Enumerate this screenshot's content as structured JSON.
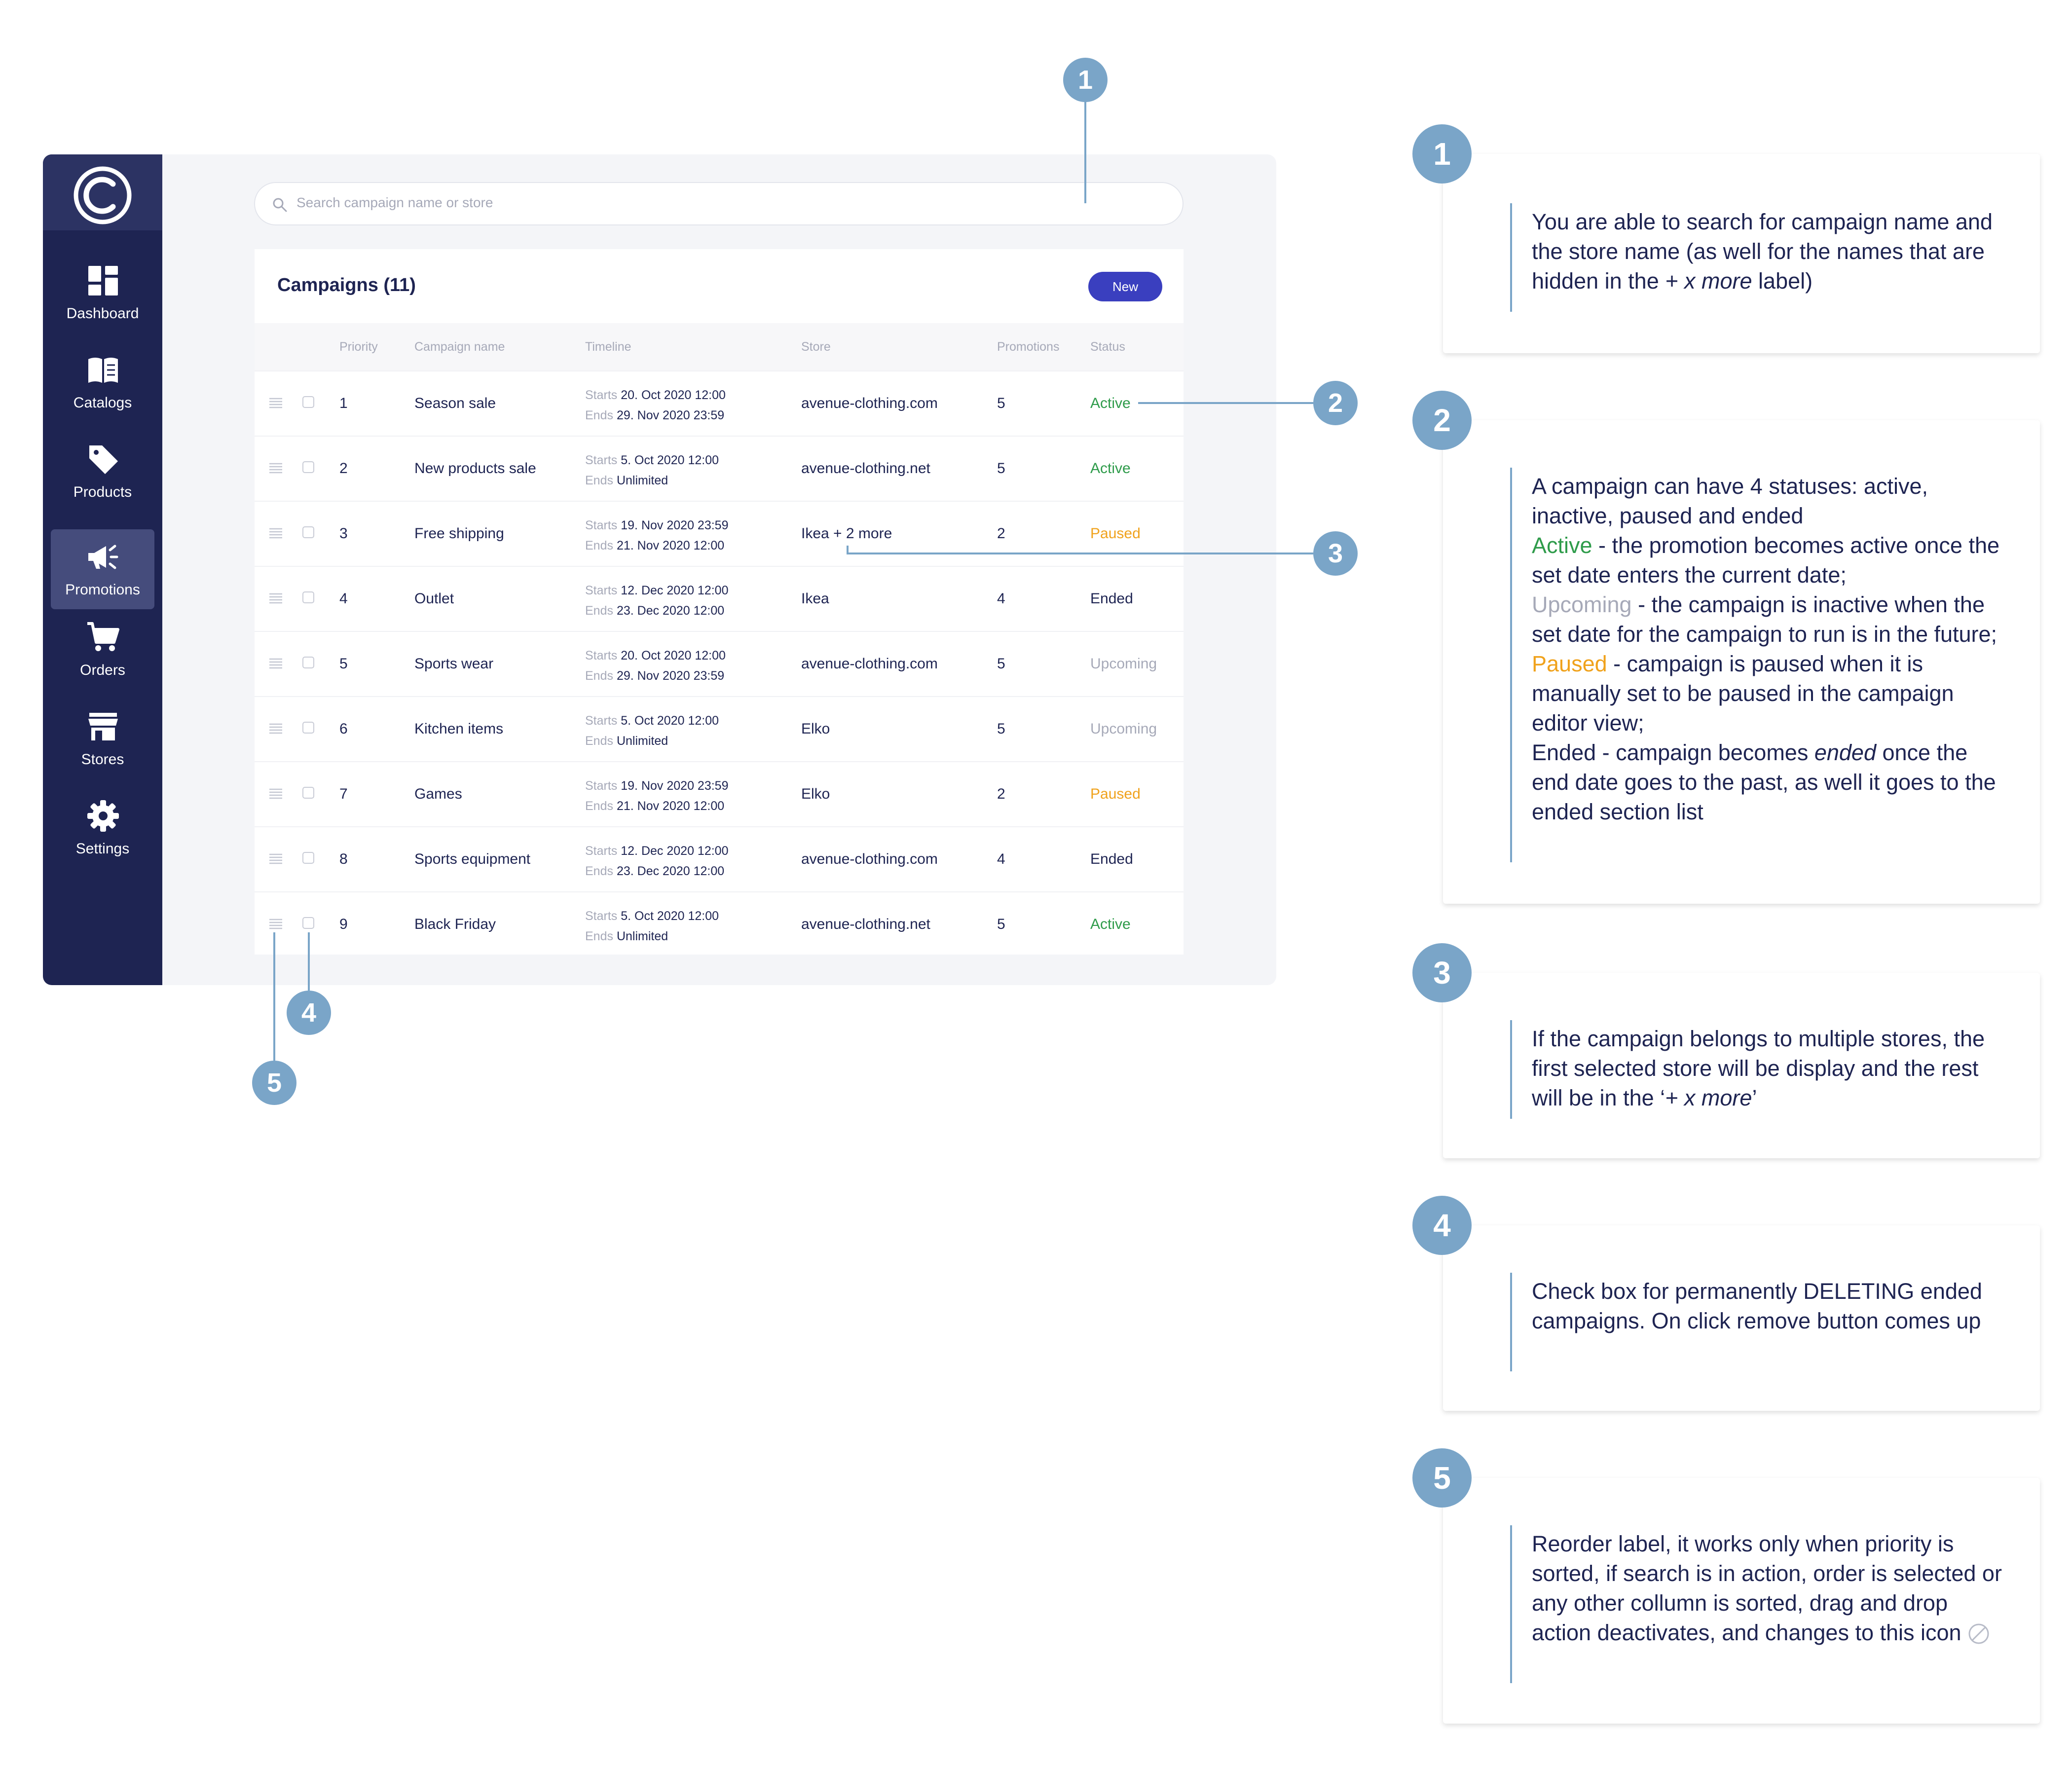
{
  "sidebar": {
    "items": [
      {
        "label": "Dashboard",
        "icon": "dashboard-icon"
      },
      {
        "label": "Catalogs",
        "icon": "book-icon"
      },
      {
        "label": "Products",
        "icon": "tag-icon"
      },
      {
        "label": "Promotions",
        "icon": "megaphone-icon",
        "active": true
      },
      {
        "label": "Orders",
        "icon": "cart-icon"
      },
      {
        "label": "Stores",
        "icon": "store-icon"
      },
      {
        "label": "Settings",
        "icon": "gear-icon"
      }
    ]
  },
  "search": {
    "placeholder": "Search campaign name or store"
  },
  "campaigns": {
    "title": "Campaigns (11)",
    "new_label": "New",
    "columns": [
      "Priority",
      "Campaign name",
      "Timeline",
      "Store",
      "Promotions",
      "Status"
    ],
    "timeline_starts_label": "Starts",
    "timeline_ends_label": "Ends",
    "rows": [
      {
        "priority": "1",
        "name": "Season sale",
        "starts": "20. Oct 2020 12:00",
        "ends": "29. Nov 2020 23:59",
        "store": "avenue-clothing.com",
        "promotions": "5",
        "status": "Active"
      },
      {
        "priority": "2",
        "name": "New products sale",
        "starts": "5. Oct 2020 12:00",
        "ends": "Unlimited",
        "store": "avenue-clothing.net",
        "promotions": "5",
        "status": "Active"
      },
      {
        "priority": "3",
        "name": "Free shipping",
        "starts": "19. Nov 2020 23:59",
        "ends": "21. Nov 2020 12:00",
        "store": "Ikea + 2 more",
        "promotions": "2",
        "status": "Paused"
      },
      {
        "priority": "4",
        "name": "Outlet",
        "starts": "12. Dec 2020 12:00",
        "ends": "23. Dec 2020 12:00",
        "store": "Ikea",
        "promotions": "4",
        "status": "Ended"
      },
      {
        "priority": "5",
        "name": "Sports wear",
        "starts": "20. Oct 2020 12:00",
        "ends": "29. Nov 2020 23:59",
        "store": "avenue-clothing.com",
        "promotions": "5",
        "status": "Upcoming"
      },
      {
        "priority": "6",
        "name": "Kitchen items",
        "starts": "5. Oct 2020 12:00",
        "ends": "Unlimited",
        "store": "Elko",
        "promotions": "5",
        "status": "Upcoming"
      },
      {
        "priority": "7",
        "name": "Games",
        "starts": "19. Nov 2020 23:59",
        "ends": "21. Nov 2020 12:00",
        "store": "Elko",
        "promotions": "2",
        "status": "Paused"
      },
      {
        "priority": "8",
        "name": "Sports equipment",
        "starts": "12. Dec 2020 12:00",
        "ends": "23. Dec 2020 12:00",
        "store": "avenue-clothing.com",
        "promotions": "4",
        "status": "Ended"
      },
      {
        "priority": "9",
        "name": "Black Friday",
        "starts": "5. Oct 2020 12:00",
        "ends": "Unlimited",
        "store": "avenue-clothing.net",
        "promotions": "5",
        "status": "Active"
      }
    ]
  },
  "status_colors": {
    "Active": "#2e9b4a",
    "Paused": "#f0a21c",
    "Ended": "#1e2452",
    "Upcoming": "#a6a9b8"
  },
  "accent_color": "#7aa5c8",
  "callouts": [
    "1",
    "2",
    "3",
    "4",
    "5"
  ],
  "notes": [
    {
      "number": "1",
      "t1": "You are able to search for campaign name and the store name (as well for the names that are hidden in the ",
      "t2": "+ x more",
      "t3": " label)"
    },
    {
      "number": "2",
      "intro": "A campaign can have 4 statuses: active, inactive, paused and ended",
      "active_word": "Active",
      "active_text": " - the promotion becomes active once the set date enters the current date;",
      "upcoming_word": "Upcoming",
      "upcoming_text": " - the campaign is inactive when the set date for the campaign to run is in the future;",
      "paused_word": "Paused",
      "paused_text": " - campaign is paused when it is manually set to be paused in the campaign editor view;",
      "ended_word": "Ended",
      "ended_text_a": " - campaign becomes ",
      "ended_text_em": "ended",
      "ended_text_b": " once the end date goes to the past, as well it goes to the ended section list"
    },
    {
      "number": "3",
      "t1": "If the campaign belongs to multiple stores, the first selected store will be display and the rest will be in the ‘",
      "t2": "+ x more",
      "t3": "’"
    },
    {
      "number": "4",
      "text": "Check box for permanently DELETING ended campaigns. On click remove button comes up"
    },
    {
      "number": "5",
      "text": "Reorder label, it works only when priority is sorted, if search is in action, order is selected or any other collumn is sorted, drag and drop action deactivates, and changes to this icon"
    }
  ]
}
